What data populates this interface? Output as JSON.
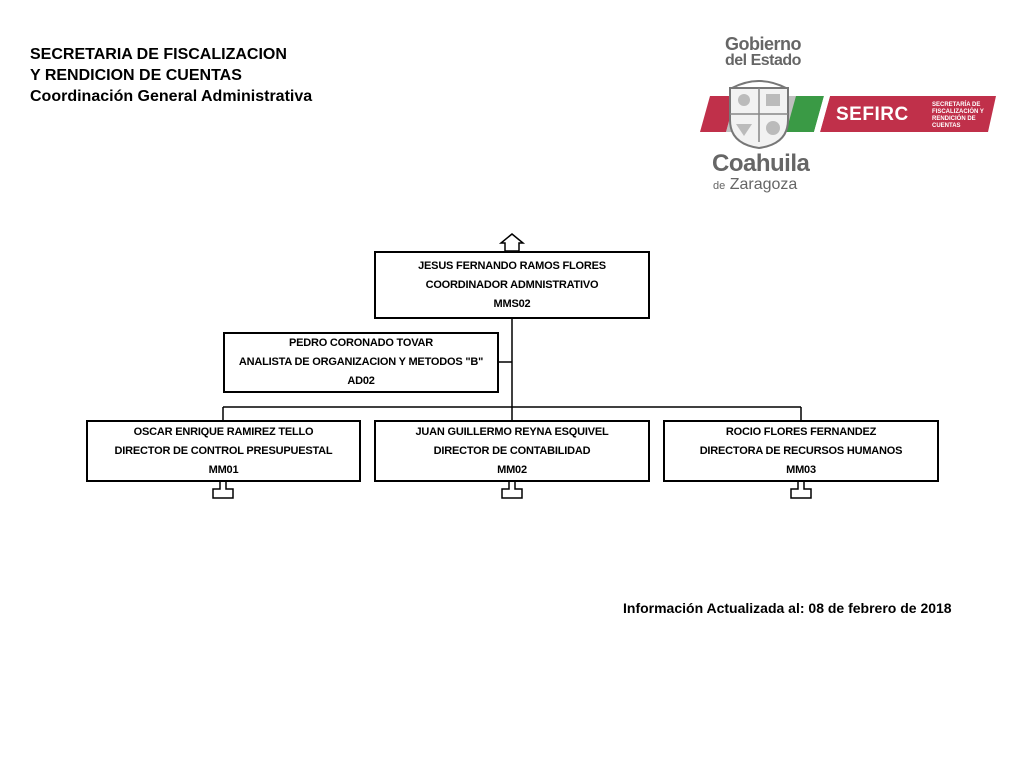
{
  "header": {
    "line1": "SECRETARIA DE FISCALIZACION",
    "line2": "Y RENDICION DE CUENTAS",
    "line3": "Coordinación General Administrativa"
  },
  "logo": {
    "gobierno": "Gobierno",
    "del_estado": "del Estado",
    "coahuila": "Coahuila",
    "de": "de",
    "zaragoza": "Zaragoza",
    "sefirc": "SEFIRC",
    "sefirc_subtitle": "SECRETARÍA DE FISCALIZACIÓN Y RENDICIÓN DE CUENTAS",
    "colors": {
      "red": "#c0304a",
      "green": "#3a9a45",
      "gray": "#8a8a8a"
    }
  },
  "org": {
    "top": {
      "name": "JESUS FERNANDO RAMOS FLORES",
      "title": "COORDINADOR ADMNISTRATIVO",
      "code": "MMS02"
    },
    "staff": {
      "name": "PEDRO CORONADO TOVAR",
      "title": "ANALISTA DE ORGANIZACION Y METODOS \"B\"",
      "code": "AD02"
    },
    "children": [
      {
        "name": "OSCAR ENRIQUE RAMIREZ TELLO",
        "title": "DIRECTOR DE CONTROL PRESUPUESTAL",
        "code": "MM01"
      },
      {
        "name": "JUAN GUILLERMO REYNA ESQUIVEL",
        "title": "DIRECTOR DE CONTABILIDAD",
        "code": "MM02"
      },
      {
        "name": "ROCIO FLORES FERNANDEZ",
        "title": "DIRECTORA DE RECURSOS HUMANOS",
        "code": "MM03"
      }
    ]
  },
  "footer": {
    "text": "Información Actualizada al: 08 de febrero de 2018"
  }
}
